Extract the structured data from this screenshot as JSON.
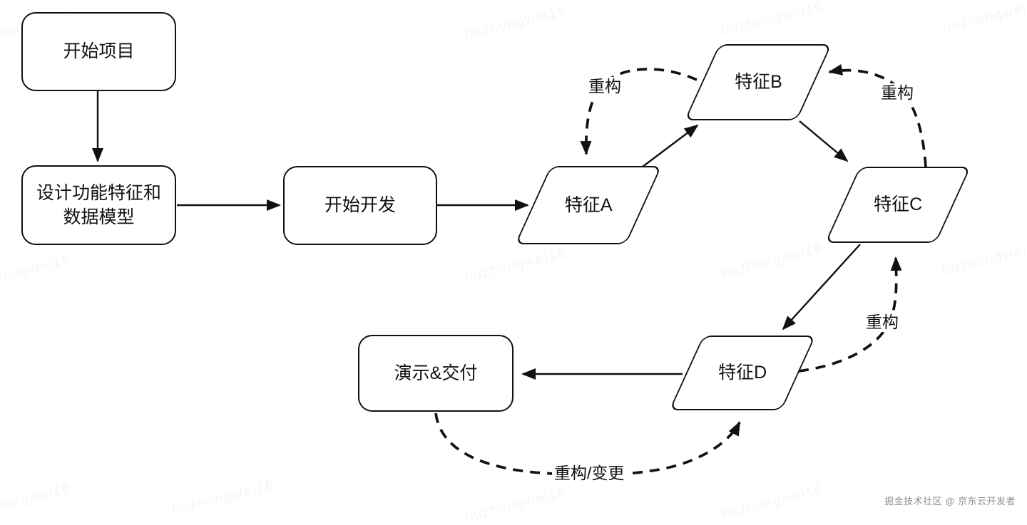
{
  "diagram_title": "feature-driven development flow",
  "nodes": {
    "start": {
      "label": "开始项目",
      "shape": "rounded-rect"
    },
    "design": {
      "label": "设计功能特征和数据模型",
      "shape": "rounded-rect"
    },
    "develop": {
      "label": "开始开发",
      "shape": "rounded-rect"
    },
    "featureA": {
      "label": "特征A",
      "shape": "parallelogram"
    },
    "featureB": {
      "label": "特征B",
      "shape": "parallelogram"
    },
    "featureC": {
      "label": "特征C",
      "shape": "parallelogram"
    },
    "featureD": {
      "label": "特征D",
      "shape": "parallelogram"
    },
    "deliver": {
      "label": "演示&交付",
      "shape": "rounded-rect"
    }
  },
  "edge_labels": {
    "refactor_b_to_a": "重构",
    "refactor_c_to_b": "重构",
    "refactor_d_to_c": "重构",
    "refactor_deliver_to_d": "重构/变更"
  },
  "edges": [
    {
      "from": "开始项目",
      "to": "设计功能特征和数据模型",
      "style": "solid"
    },
    {
      "from": "设计功能特征和数据模型",
      "to": "开始开发",
      "style": "solid"
    },
    {
      "from": "开始开发",
      "to": "特征A",
      "style": "solid"
    },
    {
      "from": "特征A",
      "to": "特征B",
      "style": "solid"
    },
    {
      "from": "特征B",
      "to": "特征C",
      "style": "solid"
    },
    {
      "from": "特征C",
      "to": "特征D",
      "style": "solid"
    },
    {
      "from": "特征D",
      "to": "演示&交付",
      "style": "solid"
    },
    {
      "from": "特征B",
      "to": "特征A",
      "style": "dashed",
      "label": "重构"
    },
    {
      "from": "特征C",
      "to": "特征B",
      "style": "dashed",
      "label": "重构"
    },
    {
      "from": "特征D",
      "to": "特征C",
      "style": "dashed",
      "label": "重构"
    },
    {
      "from": "演示&交付",
      "to": "特征D",
      "style": "dashed",
      "label": "重构/变更"
    }
  ],
  "watermark": {
    "diagonal_text": "liuzhongwei16",
    "credit": "掘金技术社区 @ 京东云开发者"
  },
  "colors": {
    "stroke": "#111111",
    "background": "#ffffff",
    "credit_text": "#8f8f8f"
  }
}
